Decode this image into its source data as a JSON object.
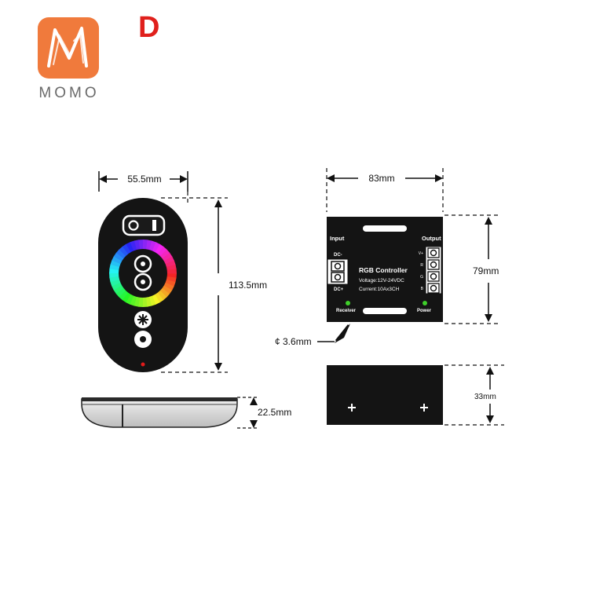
{
  "brand": {
    "name": "MOMO",
    "variant_letter": "D",
    "logo_color": "#f07a3c"
  },
  "remote": {
    "width": "55.5mm",
    "height": "113.5mm",
    "thickness": "22.5mm"
  },
  "controller": {
    "width": "83mm",
    "height": "79mm",
    "depth": "33mm",
    "hole": "¢ 3.6mm",
    "input_label": "Input",
    "output_label": "Output",
    "dc_minus": "DC-",
    "dc_plus": "DC+",
    "title": "RGB Controller",
    "voltage": "Voltage:12V-24VDC",
    "current": "Current:10Ax3CH",
    "pins": [
      "V+",
      "R",
      "G",
      "B"
    ],
    "receiver_label": "Receiver",
    "power_label": "Power"
  },
  "colors": {
    "body": "#141414",
    "shell": "#d4d4d4",
    "indicator": "#e21b1b",
    "led": "#3fcf2a"
  }
}
